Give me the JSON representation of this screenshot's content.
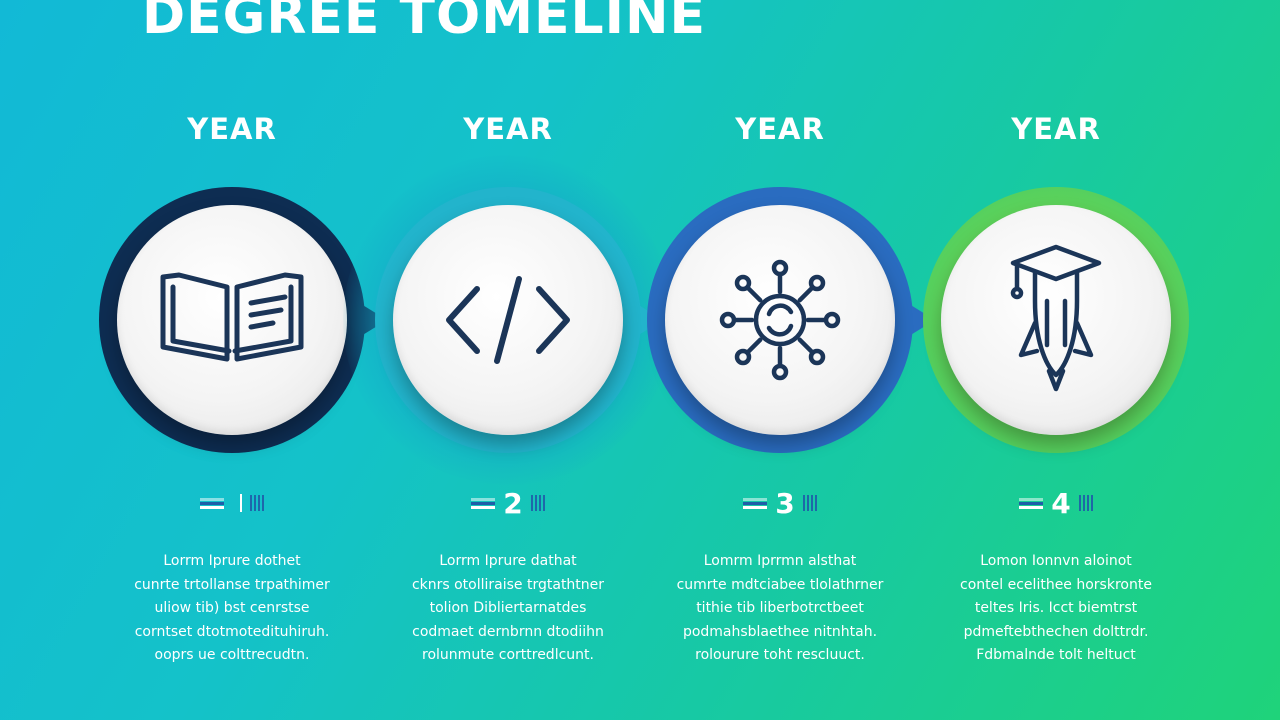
{
  "title": "DEGREE TOMELINE",
  "colors": {
    "ring_1": "#0e2d52",
    "ring_2": "#22b4cc",
    "ring_3": "#2a6cc0",
    "ring_4": "#5ed35a",
    "icon_stroke": "#1b3558"
  },
  "steps": [
    {
      "year_label": "YEAR",
      "number": "",
      "icon": "open-book-icon",
      "text_lines": [
        "Lorrm Iprure dothet",
        "cunrte trtollanse trpathimer",
        "uliow tib) bst cenrstse",
        "corntset dtotmotedituhiruh.",
        "ooprs ue colttrecudtn."
      ]
    },
    {
      "year_label": "YEAR",
      "number": "2",
      "icon": "code-brackets-icon",
      "text_lines": [
        "Lorrm Iprure dathat",
        "cknrs otolliraise trgtathtner",
        "tolion Dibliertarnatdes",
        "codmaet dernbrnn dtodiihn",
        "rolunmute corttredlcunt."
      ]
    },
    {
      "year_label": "YEAR",
      "number": "3",
      "icon": "network-hub-icon",
      "text_lines": [
        "Lomrm Iprrmn alsthat",
        "cumrte mdtciabee tlolathrner",
        "tithie tib liberbotrctbeet",
        "podmahsblaethee nitnhtah.",
        "rolourure toht rescluuct."
      ]
    },
    {
      "year_label": "YEAR",
      "number": "4",
      "icon": "graduation-rocket-icon",
      "text_lines": [
        "Lomon Ionnvn aloinot",
        "contel ecelithee horskronte",
        "teltes Iris. Icct biemtrst",
        "pdmeftebthechen dolttrdr.",
        "Fdbmalnde tolt heltuct"
      ]
    }
  ]
}
